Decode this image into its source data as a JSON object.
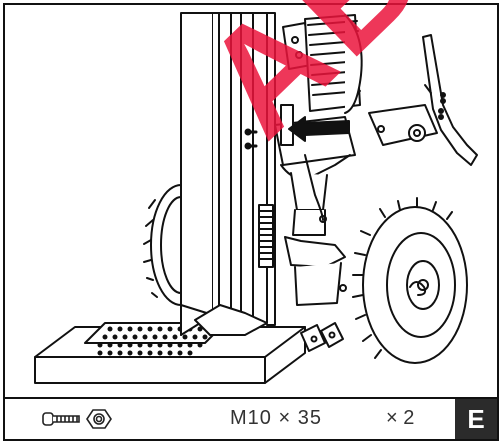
{
  "watermark": {
    "text": "ABC"
  },
  "footer": {
    "spec": "M10 × 35",
    "quantity": "× 2",
    "step": "E",
    "icons": [
      "bolt-icon",
      "nut-icon"
    ]
  },
  "colors": {
    "line": "#111111",
    "watermark": "#eb143c",
    "badge_bg": "#2b2b2b"
  }
}
